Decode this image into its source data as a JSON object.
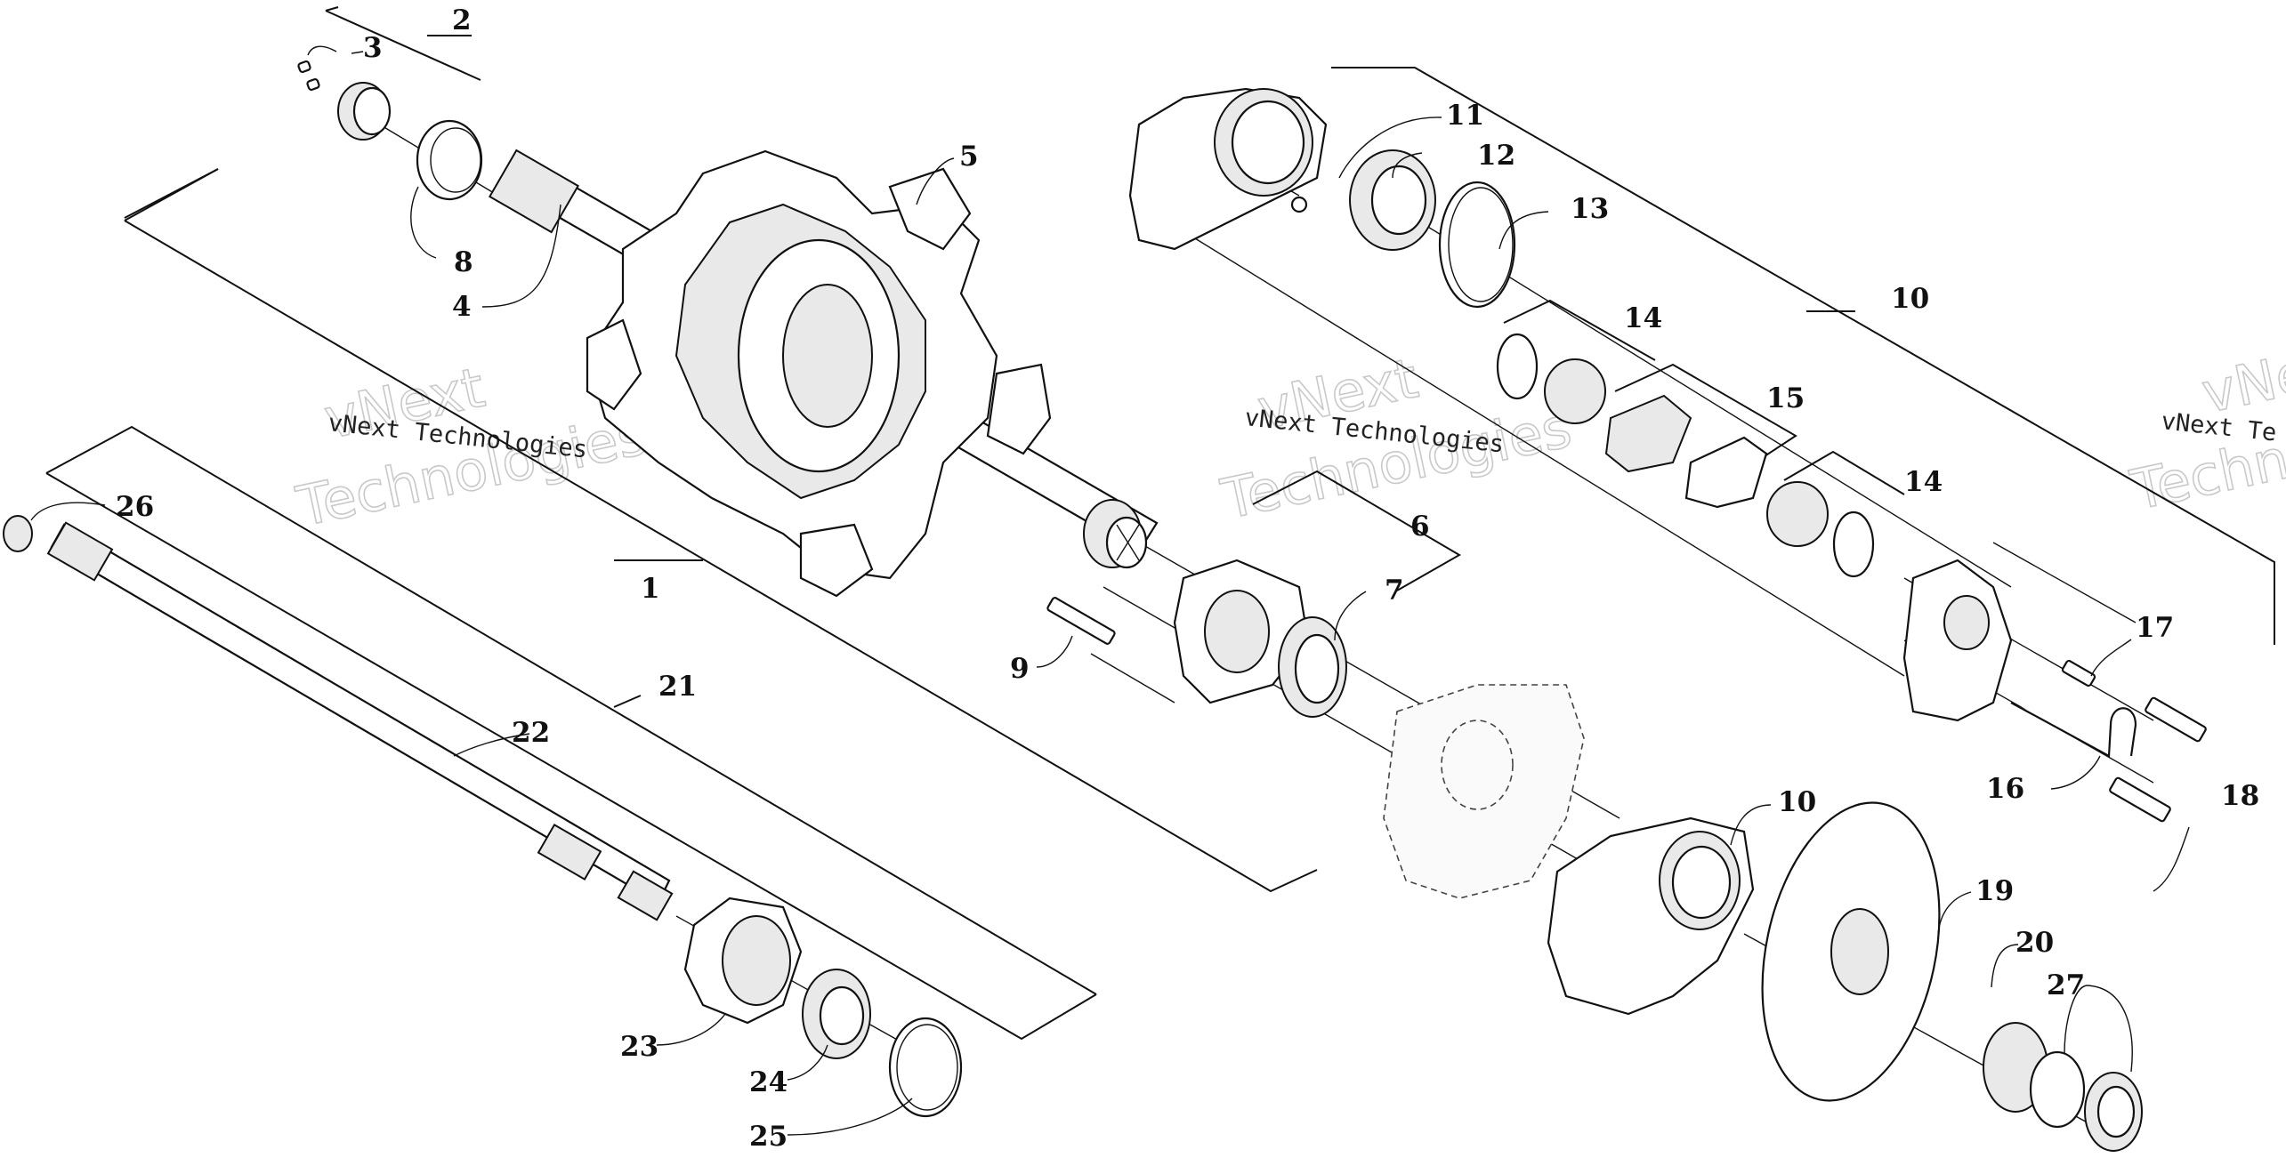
{
  "callouts": {
    "c1": "1",
    "c2": "2",
    "c3": "3",
    "c4": "4",
    "c5": "5",
    "c6": "6",
    "c7": "7",
    "c8": "8",
    "c9": "9",
    "c10a": "10",
    "c10b": "10",
    "c11": "11",
    "c12": "12",
    "c13": "13",
    "c14a": "14",
    "c14b": "14",
    "c15": "15",
    "c16": "16",
    "c17": "17",
    "c18": "18",
    "c19": "19",
    "c20": "20",
    "c21": "21",
    "c22": "22",
    "c23": "23",
    "c24": "24",
    "c25": "25",
    "c26": "26",
    "c27": "27"
  },
  "watermark": {
    "line1": "vNext",
    "line2": "Technologies",
    "caption": "vNext Technologies",
    "caption_right": "vNext Te",
    "line1_right": "vNe",
    "line2_right": "Techno"
  }
}
